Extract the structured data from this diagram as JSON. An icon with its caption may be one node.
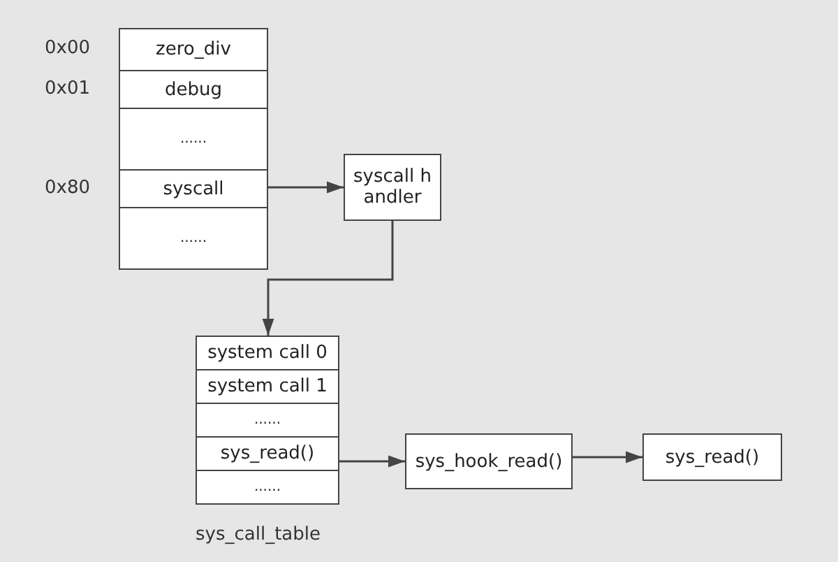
{
  "diagram": {
    "nodes": [
      {
        "text": [
          "zero_div"
        ]
      },
      {
        "text": [
          "debug"
        ]
      },
      {
        "text": [
          "......"
        ]
      },
      {
        "text": [
          "syscall"
        ]
      },
      {
        "text": [
          "......"
        ]
      },
      {
        "text": [
          "syscall handler"
        ]
      },
      {
        "text": [
          "system call 0"
        ]
      },
      {
        "text": [
          "system call 1"
        ]
      },
      {
        "text": [
          "......"
        ]
      },
      {
        "text": [
          "sys_read()"
        ]
      },
      {
        "text": [
          "......"
        ]
      },
      {
        "text": [
          "sys_hook_read()"
        ]
      },
      {
        "text": [
          "sys_read()"
        ]
      }
    ],
    "edges": [
      {
        "from": 3,
        "to": 5,
        "arrow": "to"
      },
      {
        "from": 5,
        "to": 6,
        "arrow": "to"
      },
      {
        "from": 9,
        "to": 11,
        "arrow": "to"
      },
      {
        "from": 11,
        "to": 12,
        "arrow": "to"
      }
    ],
    "labels": [
      "0x00",
      "0x01",
      "0x80",
      "sys_call_table"
    ]
  }
}
